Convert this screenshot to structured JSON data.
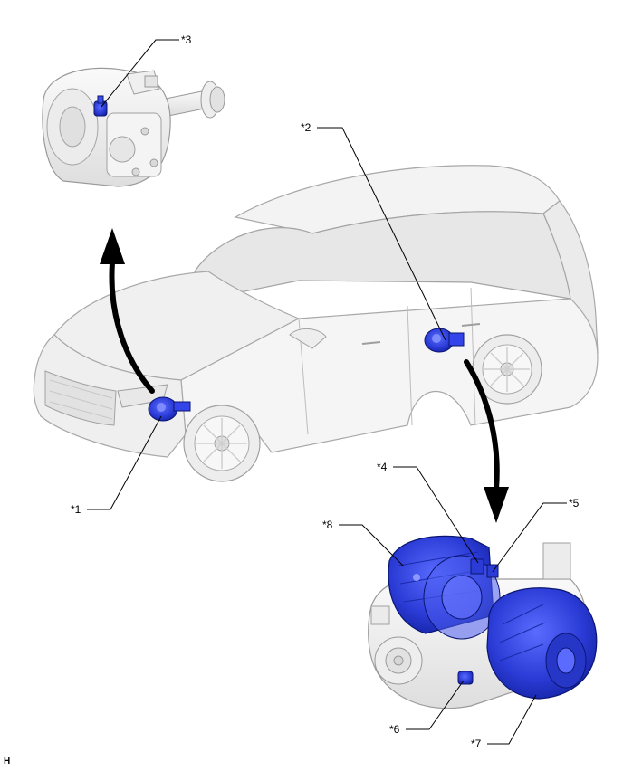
{
  "callouts": {
    "c1": "*1",
    "c2": "*2",
    "c3": "*3",
    "c4": "*4",
    "c5": "*5",
    "c6": "*6",
    "c7": "*7",
    "c8": "*8"
  },
  "footer_code": "H",
  "colors": {
    "body_fill": "#f2f2f2",
    "outline": "#9a9a9a",
    "highlight_blue": "#2b3bd6",
    "highlight_dark": "#101f9a",
    "arrow": "#000000"
  }
}
